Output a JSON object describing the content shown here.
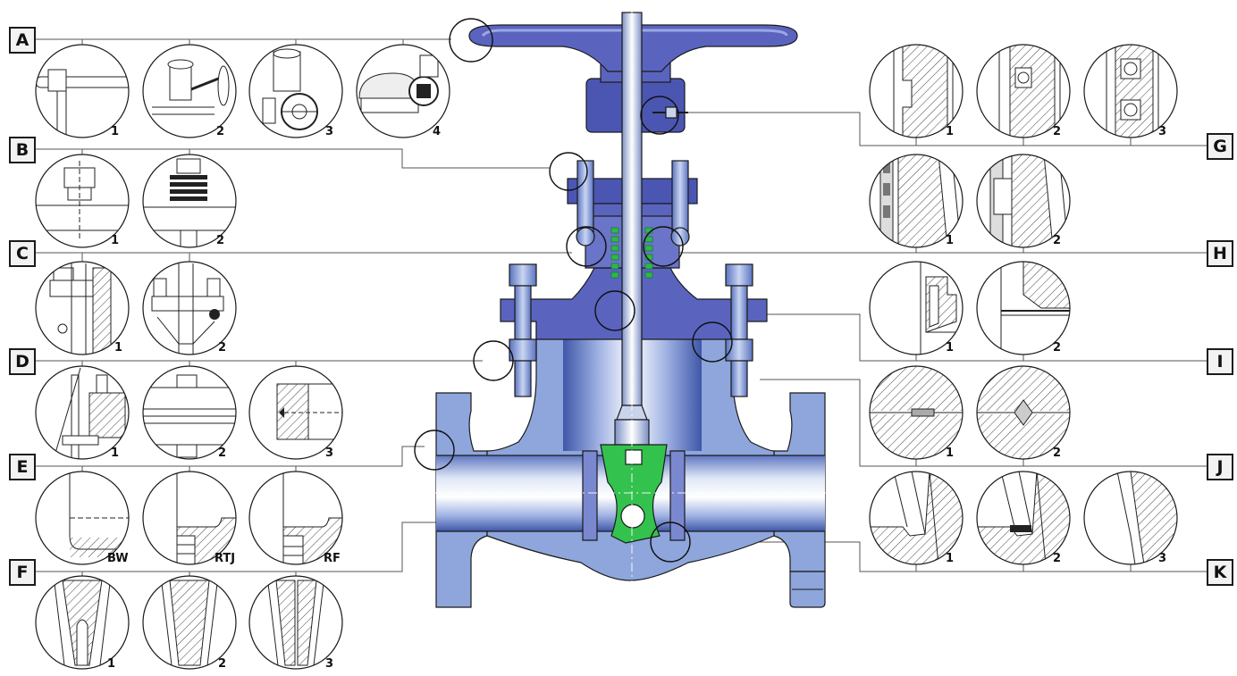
{
  "colors": {
    "body": "#8ea6dc",
    "body_dark": "#4d63b0",
    "body_light": "#dfe7f7",
    "bonnet": "#5a64bf",
    "bonnet_dark": "#3c4596",
    "wedge": "#33c24e",
    "packing": "#2db84a",
    "stem": "#c9d3ea",
    "outline": "#1a1a1a",
    "hatch": "#444444",
    "gasket": "#aaaaaa"
  },
  "sections": {
    "A": {
      "label": "A",
      "details": [
        "1",
        "2",
        "3",
        "4"
      ]
    },
    "B": {
      "label": "B",
      "details": [
        "1",
        "2"
      ]
    },
    "C": {
      "label": "C",
      "details": [
        "1",
        "2"
      ]
    },
    "D": {
      "label": "D",
      "details": [
        "1",
        "2",
        "3"
      ]
    },
    "E": {
      "label": "E",
      "details": [
        "BW",
        "RTJ",
        "RF"
      ]
    },
    "F": {
      "label": "F",
      "details": [
        "1",
        "2",
        "3"
      ]
    },
    "G": {
      "label": "G",
      "details": [
        "1",
        "2",
        "3"
      ]
    },
    "H": {
      "label": "H",
      "details": [
        "1",
        "2"
      ]
    },
    "I": {
      "label": "I",
      "details": [
        "1",
        "2"
      ]
    },
    "J": {
      "label": "J",
      "details": [
        "1",
        "2"
      ]
    },
    "K": {
      "label": "K",
      "details": [
        "1",
        "2",
        "3"
      ]
    }
  }
}
